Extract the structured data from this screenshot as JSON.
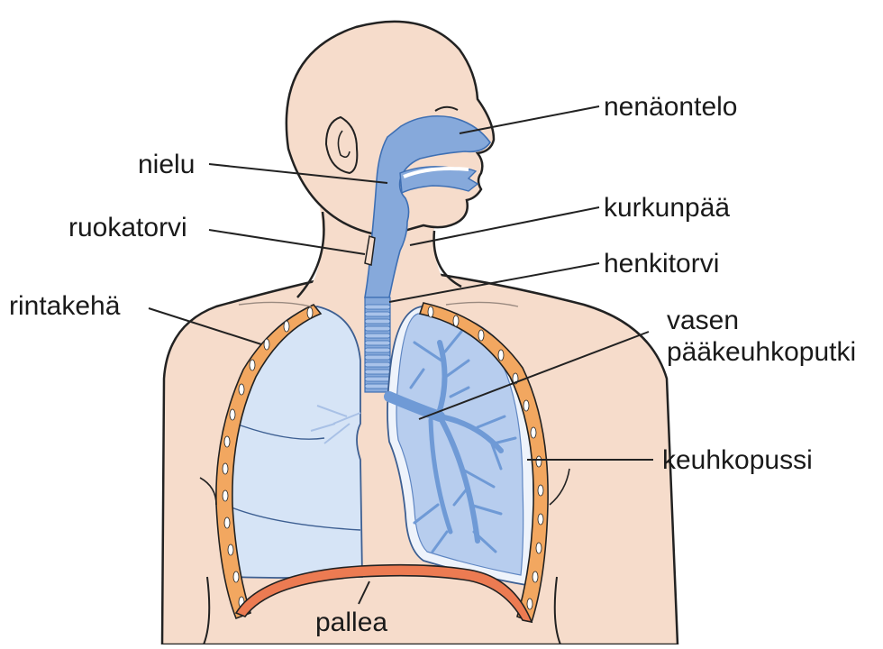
{
  "labels": {
    "nenaontelo": "nenäontelo",
    "nielu": "nielu",
    "kurkunpaa": "kurkunpää",
    "ruokatorvi": "ruokatorvi",
    "henkitorvi": "henkitorvi",
    "rintakeha": "rintakehä",
    "vasen_line1": "vasen",
    "vasen_line2": "pääkeuhkoputki",
    "keuhkopussi": "keuhkopussi",
    "pallea": "pallea"
  },
  "colors": {
    "skin": "#f6dccb",
    "outline": "#222222",
    "airway": "#86a9db",
    "airway_dark": "#5f8ccc",
    "lung_right": "#d6e4f6",
    "lung_left": "#b7cdee",
    "pleura": "#eef3fb",
    "bronchi": "#6f9ad6",
    "ribs": "#f2a760",
    "diaphragm": "#ec7b52",
    "leader": "#222222"
  }
}
